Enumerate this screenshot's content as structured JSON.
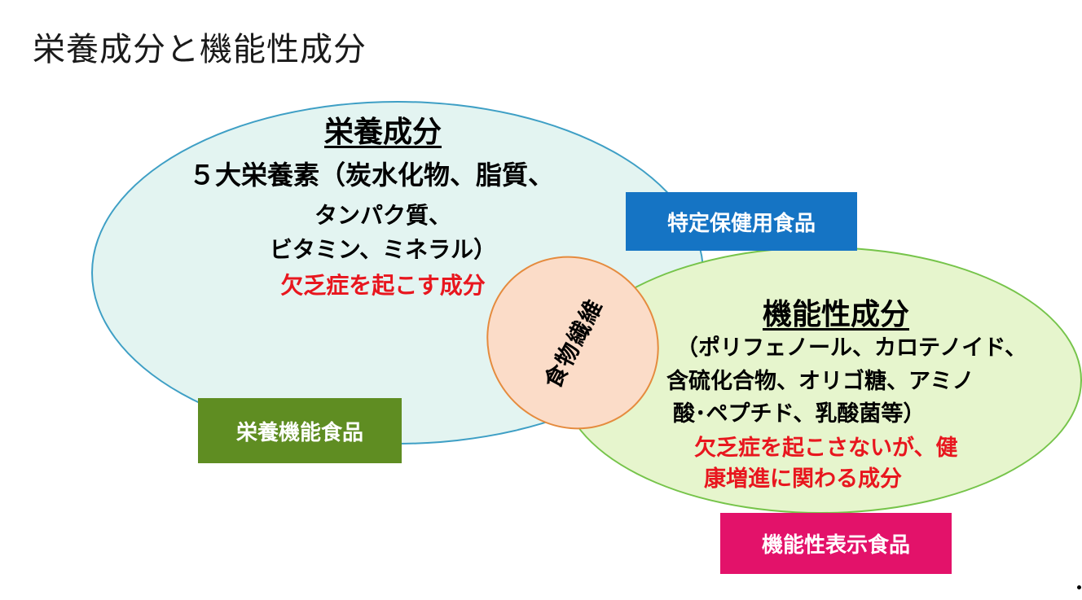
{
  "title": "栄養成分と機能性成分",
  "nutrient": {
    "heading": "栄養成分",
    "line1": "５大栄養素（炭水化物、脂質、",
    "line2": "タンパク質、",
    "line3": "ビタミン、ミネラル）",
    "red_line": "欠乏症を起こす成分"
  },
  "fiber": {
    "label": "食物繊維"
  },
  "functional": {
    "heading": "機能性成分",
    "line1": "（ポリフェノール、カロテノイド、",
    "line2": "含硫化合物、オリゴ糖、アミノ",
    "line3": "酸･ペプチド、乳酸菌等）",
    "red_line1": "欠乏症を起こさないが、健",
    "red_line2": "康増進に関わる成分"
  },
  "boxes": {
    "fosu": "特定保健用食品",
    "nutrient_function": "栄養機能食品",
    "function_claim": "機能性表示食品"
  },
  "colors": {
    "nutrient_fill": "#e3f4f1",
    "nutrient_border": "#3e9fc5",
    "functional_fill": "#e6f5cd",
    "functional_border": "#76c44a",
    "fiber_fill": "#fbdcc8",
    "fiber_border": "#e58b3e",
    "fosu_box": "#1574c4",
    "nutrient_function_box": "#5f8d22",
    "function_claim_box": "#e3126a",
    "emphasis_red": "#e8161e"
  }
}
